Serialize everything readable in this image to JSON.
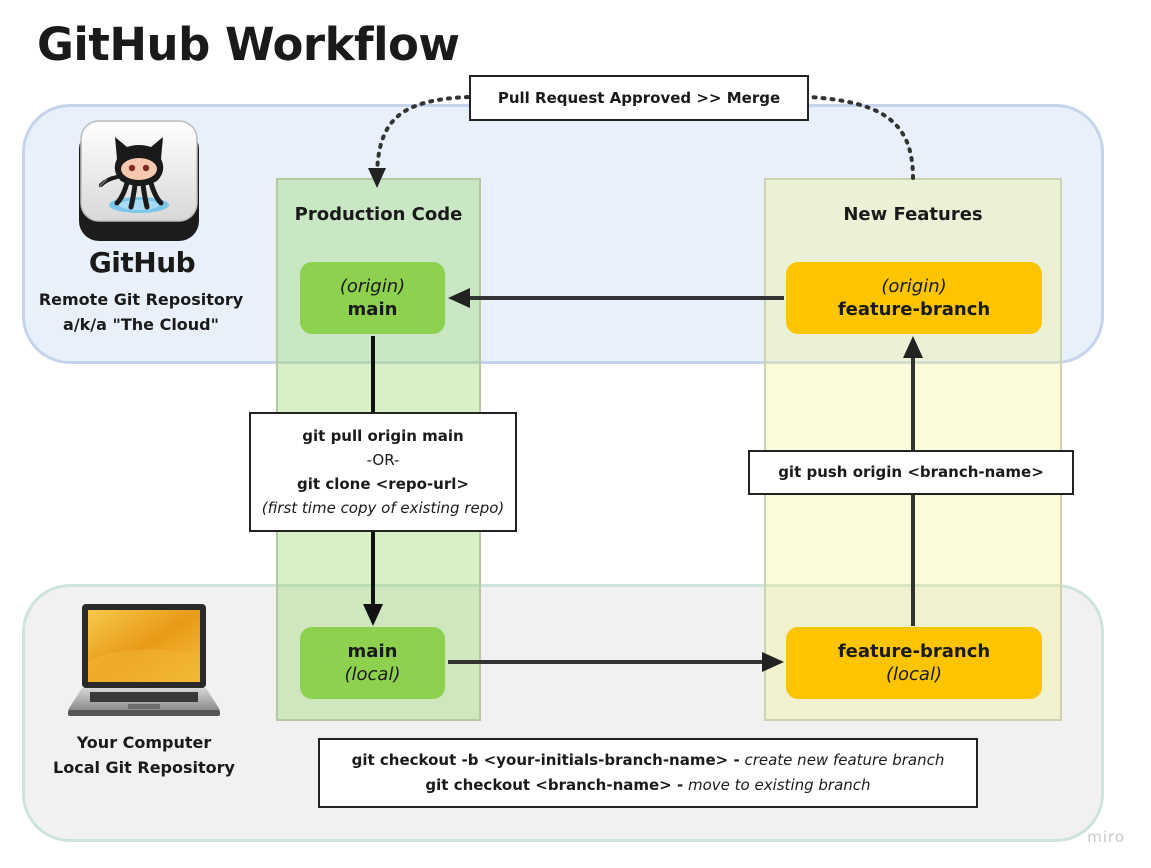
{
  "title": "GitHub Workflow",
  "github": {
    "wordmark": "GitHub",
    "line1": "Remote Git Repository",
    "line2": "a/k/a \"The Cloud\""
  },
  "computer": {
    "line1": "Your Computer",
    "line2": "Local Git Repository"
  },
  "columns": {
    "production": "Production Code",
    "features": "New Features"
  },
  "nodes": {
    "origin_main": {
      "top": "(origin)",
      "bottom": "main"
    },
    "origin_feature": {
      "top": "(origin)",
      "bottom": "feature-branch"
    },
    "local_main": {
      "top": "main",
      "bottom": "(local)"
    },
    "local_feature": {
      "top": "feature-branch",
      "bottom": "(local)"
    }
  },
  "labels": {
    "merge": "Pull Request Approved >> Merge",
    "pull_cmd": "git pull origin main",
    "or": "-OR-",
    "clone_cmd": "git clone <repo-url>",
    "clone_note": "(first time copy of existing repo)",
    "push_cmd": "git push origin <branch-name>",
    "checkout_new_cmd": "git checkout -b <your-initials-branch-name> -",
    "checkout_new_note": "create new feature branch",
    "checkout_existing_cmd": "git checkout <branch-name> -",
    "checkout_existing_note": "move to existing branch"
  },
  "watermark": "miro",
  "colors": {
    "cloud_zone": "#e8f1fb",
    "local_zone": "#f1f1f1",
    "production_column": "#d6efc4",
    "features_column": "#fdfbd6",
    "main_node": "#8dd14f",
    "feature_node": "#fdc500"
  },
  "icons": [
    "octocat-icon",
    "laptop-icon"
  ]
}
